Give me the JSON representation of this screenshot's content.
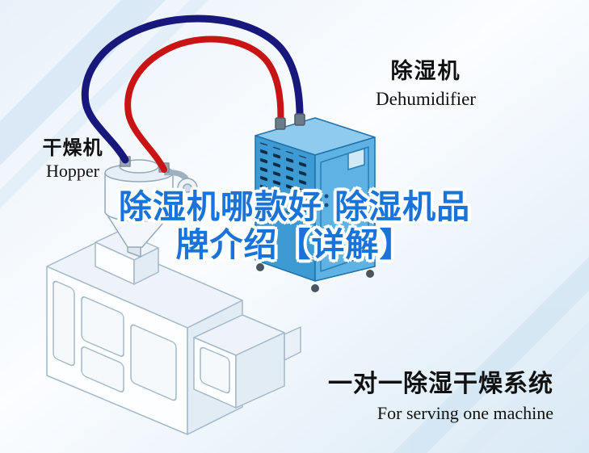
{
  "title": {
    "line1": "除湿机哪款好 除湿机品",
    "line2": "牌介绍【详解】"
  },
  "labels": {
    "dehumidifier_cn": "除湿机",
    "dehumidifier_en": "Dehumidifier",
    "hopper_cn": "干燥机",
    "hopper_en": "Hopper"
  },
  "footer": {
    "system_cn": "一对一除湿干燥系统",
    "system_en": "For serving one machine"
  },
  "colors": {
    "title_blue": "#1a73d9",
    "pipe_red": "#c81414",
    "pipe_navy": "#18187c",
    "dehumidifier_top": "#8ecbee",
    "dehumidifier_front": "#3d9ad2",
    "dehumidifier_side": "#5fb2e4",
    "line_art_stroke": "#a3b8c9"
  },
  "icons": {
    "dehumidifier_machine": "dehumidifier-illustration",
    "hopper_dryer": "hopper-illustration",
    "extruder_machine": "extruder-illustration",
    "supply_hose": "pipe-navy-icon",
    "return_hose": "pipe-red-icon"
  }
}
